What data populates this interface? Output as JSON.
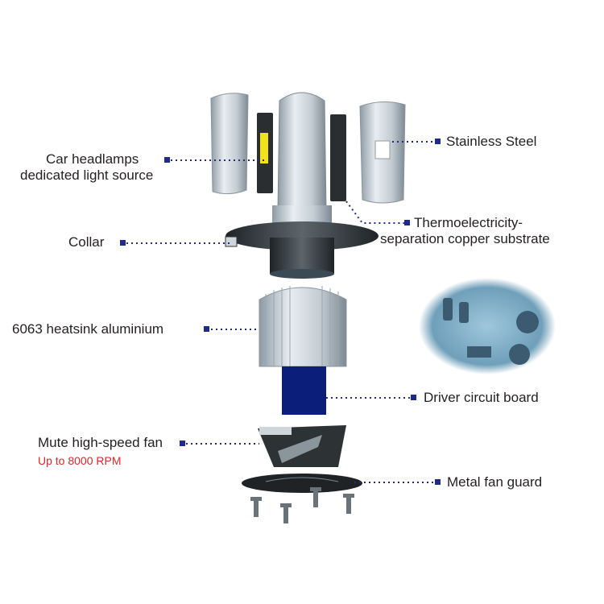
{
  "labels": {
    "headlamp_line1": "Car headlamps",
    "headlamp_line2": "dedicated light source",
    "stainless": "Stainless Steel",
    "thermo_line1": "Thermoelectricity-",
    "thermo_line2": "separation copper substrate",
    "collar": "Collar",
    "heatsink": "6063 heatsink aluminium",
    "driver": "Driver circuit board",
    "fan": "Mute high-speed fan",
    "fan_rpm": "Up to 8000 RPM",
    "fan_guard": "Metal fan guard"
  },
  "colors": {
    "leader": "#1f2a8a",
    "rpm": "#d42a2a",
    "driver_board": "#0b1f7a",
    "led": "#f2e21a"
  }
}
